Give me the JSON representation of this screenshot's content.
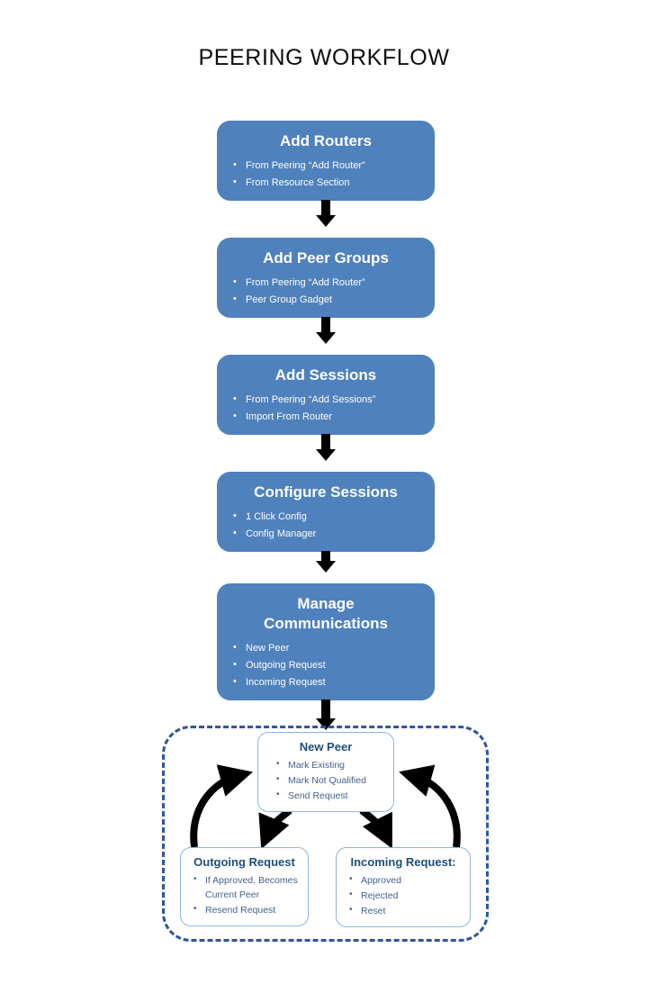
{
  "page": {
    "title": "PEERING WORKFLOW"
  },
  "colors": {
    "box_fill": "#4f81bd",
    "box_text": "#ffffff",
    "subbox_border": "#8eb4e3",
    "subbox_title": "#1f4e79",
    "subbox_text": "#44618c",
    "group_border": "#2f5597",
    "arrow": "#000000",
    "title_text": "#0d0d0d"
  },
  "flow": [
    {
      "title": "Add Routers",
      "items": [
        "From  Peering “Add Router”",
        "From Resource Section"
      ]
    },
    {
      "title": "Add Peer Groups",
      "items": [
        "From  Peering “Add Router”",
        "Peer Group Gadget"
      ]
    },
    {
      "title": "Add Sessions",
      "items": [
        "From  Peering “Add Sessions”",
        "Import  From Router"
      ]
    },
    {
      "title": "Configure Sessions",
      "items": [
        "1 Click Config",
        "Config Manager"
      ]
    },
    {
      "title_line1": "Manage",
      "title_line2": "Communications",
      "items": [
        "New Peer",
        "Outgoing Request",
        "Incoming Request"
      ]
    }
  ],
  "peer_cycle": {
    "new_peer": {
      "title": "New Peer",
      "items": [
        "Mark Existing",
        "Mark Not Qualified",
        "Send Request"
      ]
    },
    "outgoing": {
      "title": "Outgoing Request",
      "items": [
        "If Approved, Becomes Current Peer",
        "Resend Request"
      ]
    },
    "incoming": {
      "title": "Incoming Request:",
      "items": [
        "Approved",
        "Rejected",
        "Reset"
      ]
    }
  }
}
